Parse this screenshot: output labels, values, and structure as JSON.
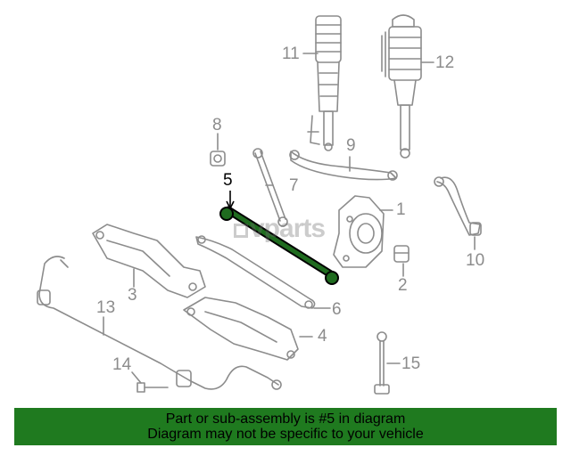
{
  "diagram": {
    "highlighted_part": "5",
    "callouts": {
      "c1": "1",
      "c2": "2",
      "c3": "3",
      "c4": "4",
      "c5": "5",
      "c6": "6",
      "c7": "7",
      "c8": "8",
      "c9": "9",
      "c10": "10",
      "c11": "11",
      "c12": "12",
      "c13": "13",
      "c14": "14",
      "c15": "15"
    },
    "watermark": "vparts",
    "colors": {
      "line_art": "#8c8c8c",
      "highlight_fill": "#1f6b1f",
      "highlight_outline": "#000000"
    }
  },
  "banner": {
    "line1": "Part or sub-assembly is #5 in diagram",
    "line2": "Diagram may not be specific to your vehicle",
    "background": "#1f7a1f"
  }
}
